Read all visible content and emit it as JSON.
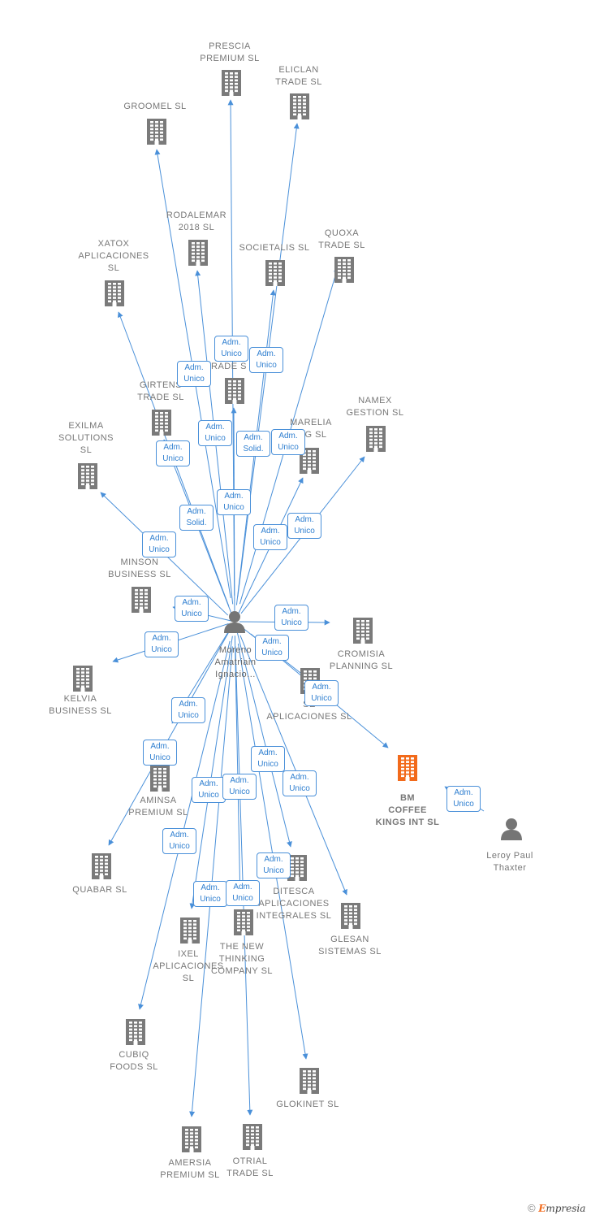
{
  "colors": {
    "edge": "#4a90d9",
    "node": "#7a7a7a",
    "focus_node": "#f26a1b",
    "badge_border": "#4a90d9",
    "badge_text": "#2f7fd0",
    "label": "#777777"
  },
  "center": {
    "label": "Moreno\nAmatriain\nIgnacio...",
    "icon": "person-icon"
  },
  "focus": {
    "label": "BM\nCOFFEE\nKINGS INT  SL",
    "icon": "building-icon"
  },
  "second_person": {
    "label": "Leroy Paul\nThaxter",
    "icon": "person-icon",
    "role": "Adm.\nUnico"
  },
  "companies": [
    {
      "id": "prescia",
      "label": "PRESCIA\nPREMIUM  SL",
      "role": "Adm.\nUnico"
    },
    {
      "id": "eliclan",
      "label": "ELICLAN\nTRADE  SL",
      "role": "Adm.\nUnico"
    },
    {
      "id": "groomel",
      "label": "GROOMEL  SL",
      "role": "Adm.\nUnico"
    },
    {
      "id": "rodalemar",
      "label": "RODALEMAR\n2018  SL",
      "role": "Adm.\nUnico"
    },
    {
      "id": "societalis",
      "label": "SOCIETALIS SL",
      "role": "Adm.\nSolid."
    },
    {
      "id": "quoxa",
      "label": "QUOXA\nTRADE  SL",
      "role": "Adm.\nUnico"
    },
    {
      "id": "xatox",
      "label": "XATOX\nAPLICACIONES\nSL",
      "role": "Adm.\nSolid."
    },
    {
      "id": "btrade",
      "label": "B\nRADE  S",
      "role": "Adm.\nUnico"
    },
    {
      "id": "girtens",
      "label": "GIRTENS\nTRADE  SL",
      "role": "Adm.\nUnico"
    },
    {
      "id": "namex",
      "label": "NAMEX\nGESTION  SL",
      "role": "Adm.\nUnico"
    },
    {
      "id": "marelia",
      "label": "MARELIA\nING  SL",
      "role": "Adm.\nUnico"
    },
    {
      "id": "exilma",
      "label": "EXILMA\nSOLUTIONS\nSL",
      "role": "Adm.\nUnico"
    },
    {
      "id": "minson",
      "label": "MINSON\nBUSINESS  SL",
      "role": "Adm.\nUnico"
    },
    {
      "id": "cromisia",
      "label": "CROMISIA\nPLANNING  SL",
      "role": "Adm.\nUnico"
    },
    {
      "id": "kelvia",
      "label": "KELVIA\nBUSINESS  SL",
      "role": "Adm.\nUnico"
    },
    {
      "id": "sel",
      "label": "SE\nAPLICACIONES SL",
      "role": "Adm.\nUnico"
    },
    {
      "id": "aminsa",
      "label": "AMINSA\nPREMIUM  SL",
      "role": "Adm.\nUnico"
    },
    {
      "id": "quabar",
      "label": "QUABAR  SL",
      "role": "Adm.\nUnico"
    },
    {
      "id": "ditesca",
      "label": "DITESCA\nAPLICACIONES\nINTEGRALES SL",
      "role": "Adm.\nUnico"
    },
    {
      "id": "glesan",
      "label": "GLESAN\nSISTEMAS  SL",
      "role": "Adm.\nUnico"
    },
    {
      "id": "ixel",
      "label": "IXEL\nAPLICACIONES\nSL",
      "role": "Adm.\nUnico"
    },
    {
      "id": "newthinking",
      "label": "THE NEW\nTHINKING\nCOMPANY SL",
      "role": "Adm.\nUnico"
    },
    {
      "id": "cubiq",
      "label": "CUBIQ\nFOODS  SL",
      "role": "Adm.\nUnico"
    },
    {
      "id": "glokinet",
      "label": "GLOKINET  SL",
      "role": "Adm.\nUnico"
    },
    {
      "id": "amersia",
      "label": "AMERSIA\nPREMIUM  SL",
      "role": "Adm.\nUnico"
    },
    {
      "id": "otrial",
      "label": "OTRIAL\nTRADE  SL",
      "role": "Adm.\nUnico"
    }
  ],
  "brand": {
    "copyright": "©",
    "name": "mpresia",
    "initial": "E"
  }
}
